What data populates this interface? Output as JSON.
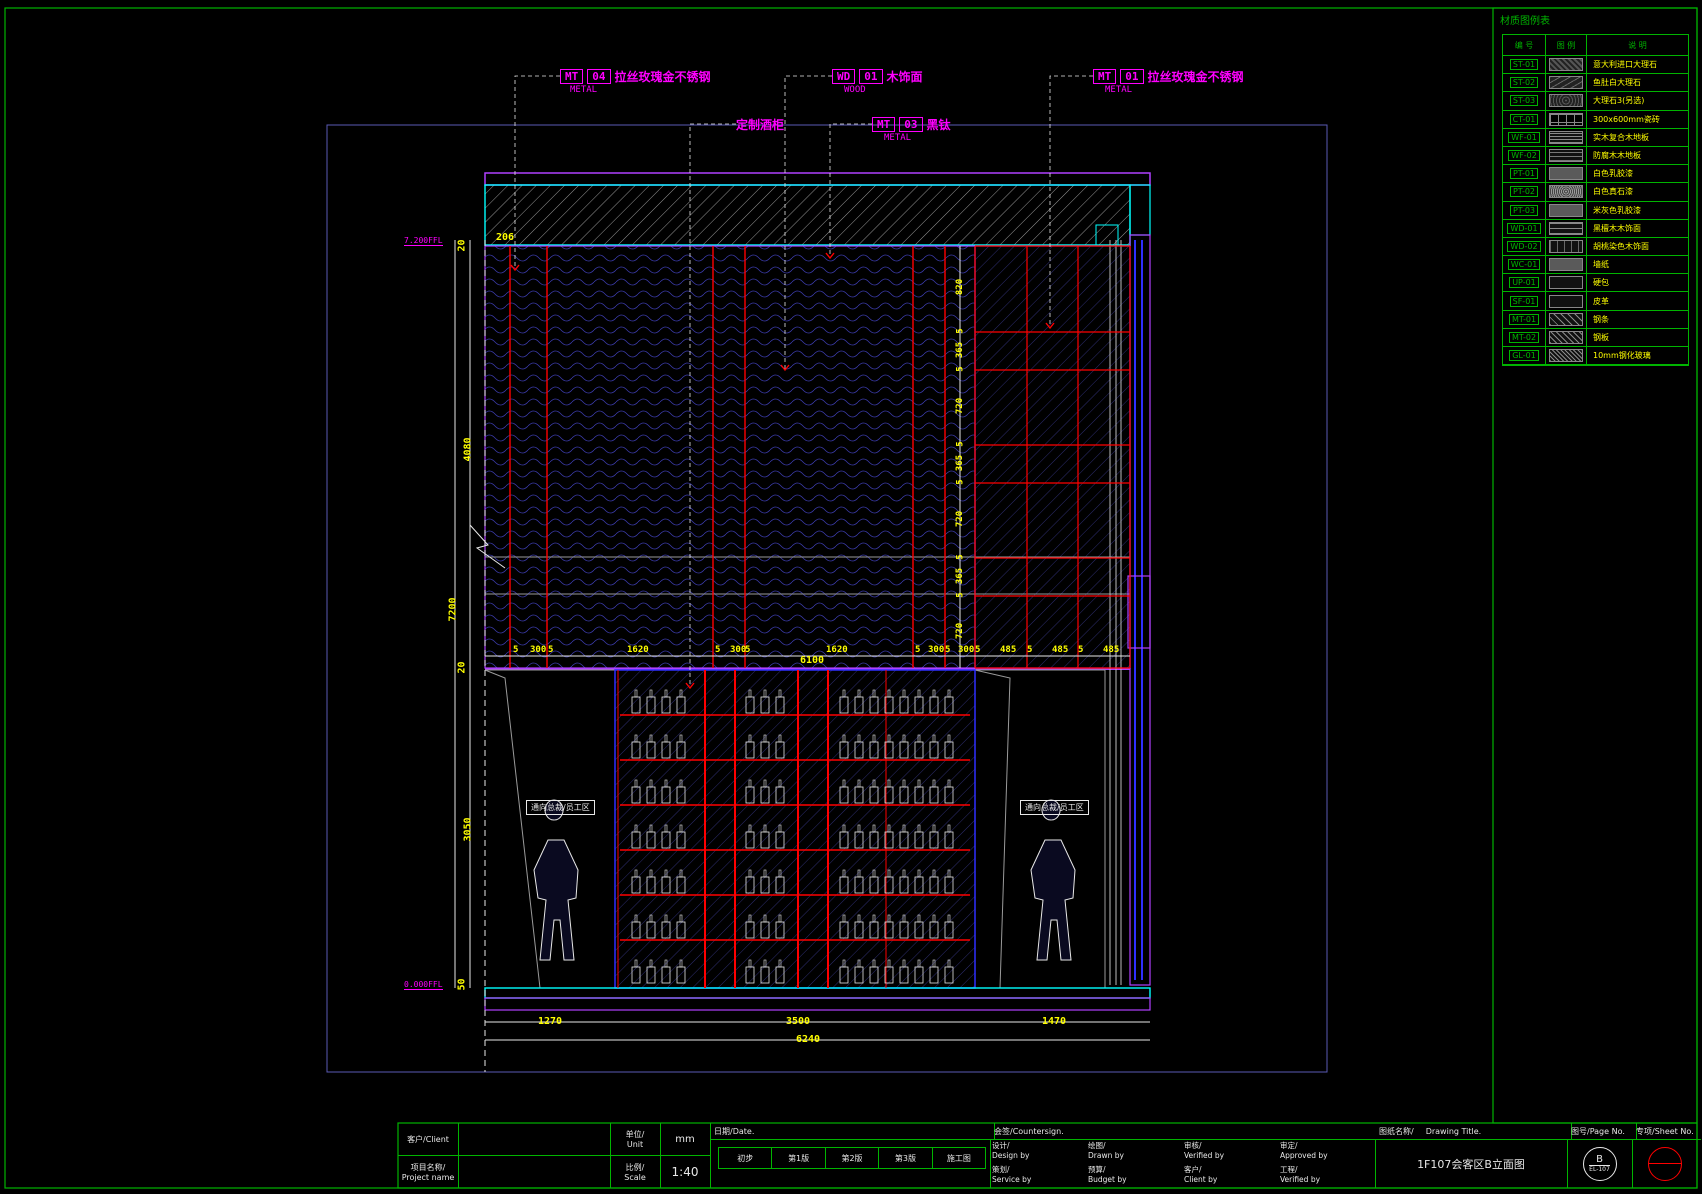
{
  "callouts": [
    {
      "code": "MT",
      "num": "04",
      "label": "拉丝玫瑰金不锈钢",
      "sub": "METAL"
    },
    {
      "code": "WD",
      "num": "01",
      "label": "木饰面",
      "sub": "WOOD"
    },
    {
      "code": "MT",
      "num": "01",
      "label": "拉丝玫瑰金不锈钢",
      "sub": "METAL"
    },
    {
      "code": "MT",
      "num": "03",
      "label": "黑钛",
      "sub": "METAL"
    },
    {
      "label": "定制酒柜"
    }
  ],
  "levels": {
    "top": "7.200FFL",
    "bottom": "0.000FFL"
  },
  "dims": {
    "vertical_left": [
      "20",
      "4080",
      "7200",
      "20",
      "3050",
      "50"
    ],
    "right_col": [
      "820",
      "5",
      "365",
      "5",
      "720",
      "5",
      "365",
      "5",
      "720",
      "5",
      "365",
      "5",
      "720"
    ],
    "mid_row": [
      "5",
      "300",
      "5",
      "1620",
      "5",
      "300",
      "5",
      "1620",
      "5",
      "300",
      "5",
      "300",
      "5",
      "485",
      "5",
      "485",
      "5",
      "485"
    ],
    "total_mid": "6100",
    "top_offset": "206",
    "bottom_parts": [
      "1270",
      "3500",
      "1470"
    ],
    "bottom_total": "6240"
  },
  "figure_tags": [
    "通向总裁/员工区",
    "通向总裁/员工区"
  ],
  "legend": {
    "title": "材质图例表",
    "headers": [
      "编 号",
      "图 例",
      "说 明"
    ],
    "rows": [
      {
        "code": "ST-01",
        "desc": "意大利进口大理石"
      },
      {
        "code": "ST-02",
        "desc": "鱼肚白大理石"
      },
      {
        "code": "ST-03",
        "desc": "大理石3(另选)"
      },
      {
        "code": "CT-01",
        "desc": "300x600mm瓷砖"
      },
      {
        "code": "WF-01",
        "desc": "实木复合木地板"
      },
      {
        "code": "WF-02",
        "desc": "防腐木木地板"
      },
      {
        "code": "PT-01",
        "desc": "白色乳胶漆"
      },
      {
        "code": "PT-02",
        "desc": "白色真石漆"
      },
      {
        "code": "PT-03",
        "desc": "米灰色乳胶漆"
      },
      {
        "code": "WD-01",
        "desc": "黑檀木木饰面"
      },
      {
        "code": "WD-02",
        "desc": "胡桃染色木饰面"
      },
      {
        "code": "WC-01",
        "desc": "墙纸"
      },
      {
        "code": "UP-01",
        "desc": "硬包"
      },
      {
        "code": "SF-01",
        "desc": "皮革"
      },
      {
        "code": "MT-01",
        "desc": "钢条"
      },
      {
        "code": "MT-02",
        "desc": "钢板"
      },
      {
        "code": "GL-01",
        "desc": "10mm钢化玻璃"
      }
    ]
  },
  "titleblock": {
    "client_label": "客户/Client",
    "project_label1": "项目名称/",
    "project_label2": "Project name",
    "unit_label1": "单位/",
    "unit_label2": "Unit",
    "unit_value": "mm",
    "scale_label1": "比例/",
    "scale_label2": "Scale",
    "scale_value": "1:40",
    "date_label": "日期/Date.",
    "stages": [
      "初步",
      "第1版",
      "第2版",
      "第3版",
      "施工图"
    ],
    "countersign": "会签/Countersign.",
    "sign": [
      [
        "设计/",
        "Design by"
      ],
      [
        "绘图/",
        "Drawn by"
      ],
      [
        "审核/",
        "Verified by"
      ],
      [
        "审定/",
        "Approved by"
      ],
      [
        "策划/",
        "Service by"
      ],
      [
        "预算/",
        "Budget by"
      ],
      [
        "客户/",
        "Client by"
      ],
      [
        "工程/",
        "Verified by"
      ]
    ],
    "drawing_title_label1": "图纸名称/",
    "drawing_title_label2": "Drawing Title.",
    "drawing_title": "1F107会客区B立面图",
    "page_label": "图号/Page No.",
    "page_letter": "B",
    "page_code": "EL-107",
    "sheet_label": "专项/Sheet No."
  },
  "colors": {
    "frame": "#00b400",
    "red": "#ff0000",
    "magenta": "#ff00ff",
    "yellow": "#ffff00",
    "cyan": "#00ffff",
    "blue": "#2f2fff",
    "white": "#e8e8e8",
    "purple": "#6a3fa0"
  }
}
